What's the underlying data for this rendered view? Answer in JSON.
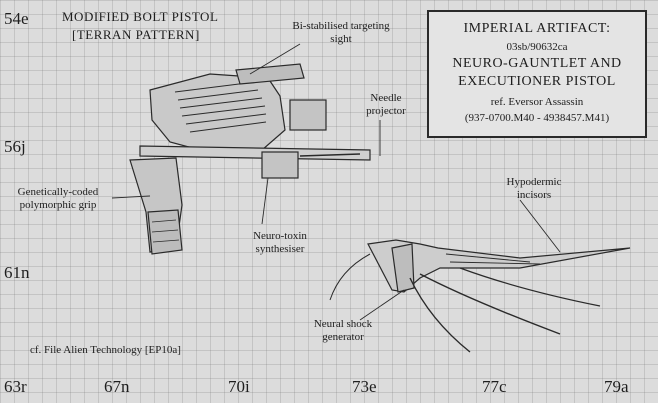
{
  "left_title": {
    "line1": "MODIFIED BOLT PISTOL",
    "line2": "[TERRAN PATTERN]"
  },
  "info_box": {
    "line1": "IMPERIAL ARTIFACT:",
    "line2": "03sb/90632ca",
    "line3": "NEURO-GAUNTLET AND",
    "line4": "EXECUTIONER PISTOL",
    "line5": "ref. Eversor Assassin",
    "line6": "(937-0700.M40 - 4938457.M41)"
  },
  "labels": {
    "targeting_sight": "Bi-stabilised targeting sight",
    "needle_projector": "Needle projector",
    "grip": "Genetically-coded polymorphic grip",
    "neuro_toxin": "Neuro-toxin synthesiser",
    "hypodermic": "Hypodermic incisors",
    "neural_shock": "Neural shock generator",
    "reference": "cf. File Alien Technology [EP10a]"
  },
  "grid_refs": {
    "y1": "54e",
    "y2": "56j",
    "y3": "61n",
    "x1": "63r",
    "x2": "67n",
    "x3": "70i",
    "x4": "73e",
    "x5": "77c",
    "x6": "79a"
  },
  "colors": {
    "paper": "#dcdcdc",
    "ink": "#1e1e1e"
  }
}
